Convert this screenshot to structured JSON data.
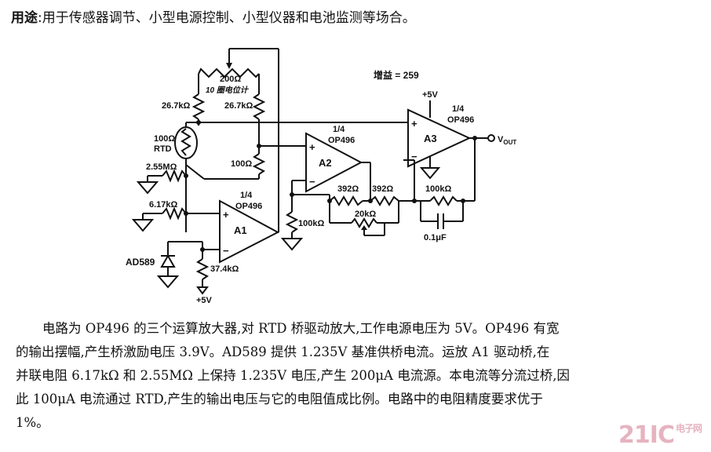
{
  "usage": {
    "label": "用途",
    "text": ":用于传感器调节、小型电源控制、小型仪器和电池监测等场合。"
  },
  "diagram": {
    "gain": "增益 = 259",
    "pot_value": "200Ω",
    "pot_desc": "10 圈电位计",
    "r_top_left": "26.7kΩ",
    "r_top_right": "26.7kΩ",
    "rtd_value": "100Ω",
    "rtd_name": "RTD",
    "r_bridge": "100Ω",
    "r_255": "2.55MΩ",
    "r_617": "6.17kΩ",
    "opamp_a1_frac": "1/4",
    "opamp_a1_model": "OP496",
    "opamp_a1_name": "A1",
    "opamp_a2_frac": "1/4",
    "opamp_a2_model": "OP496",
    "opamp_a2_name": "A2",
    "opamp_a3_frac": "1/4",
    "opamp_a3_model": "OP496",
    "opamp_a3_name": "A3",
    "supply_5v_top": "+5V",
    "supply_5v_bottom": "+5V",
    "ad589": "AD589",
    "r_374": "37.4kΩ",
    "r_100k_left": "100kΩ",
    "r_392a": "392Ω",
    "r_392b": "392Ω",
    "r_20k": "20kΩ",
    "r_100k_fb": "100kΩ",
    "cap": "0.1μF",
    "vout": "V",
    "vout_sub": "OUT",
    "plus": "+",
    "minus": "−"
  },
  "paragraph": [
    "电路为 OP496 的三个运算放大器,对 RTD 桥驱动放大,工作电源电压为 5V。OP496 有宽",
    "的输出摆幅,产生桥激励电压 3.9V。AD589 提供 1.235V 基准供桥电流。运放 A1 驱动桥,在",
    "并联电阻 6.17kΩ 和 2.55MΩ 上保持 1.235V 电压,产生 200μA 电流源。本电流等分流过桥,因",
    "此 100μA 电流通过 RTD,产生的输出电压与它的电阻值成比例。电路中的电阻精度要求优于",
    "1%。"
  ],
  "watermark": {
    "main": "21IC",
    "sub": "电子网"
  }
}
